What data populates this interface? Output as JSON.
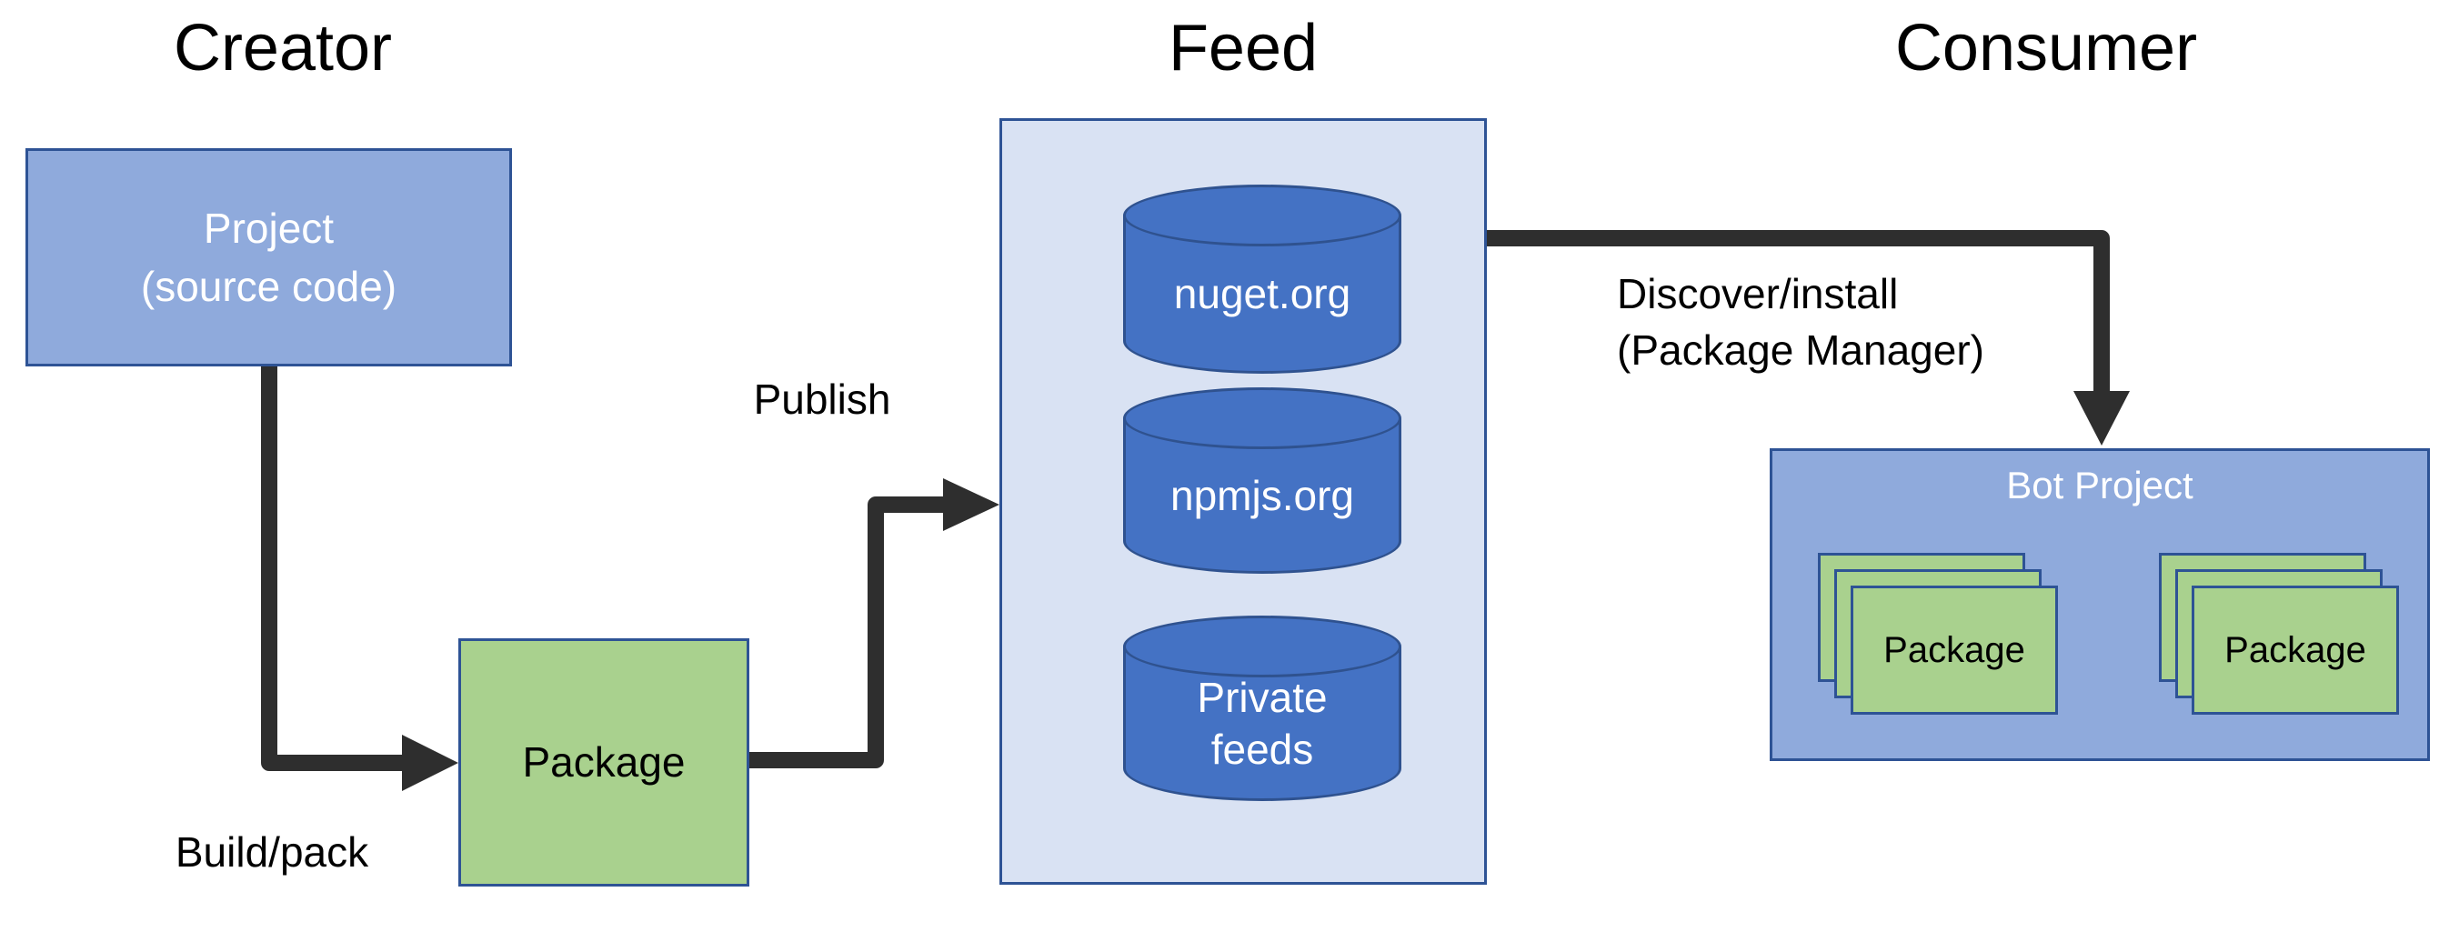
{
  "titles": {
    "creator": "Creator",
    "feed": "Feed",
    "consumer": "Consumer"
  },
  "creator": {
    "project_label": "Project\n(source code)",
    "package_label": "Package",
    "build_arrow_label": "Build/pack"
  },
  "publish_arrow_label": "Publish",
  "feed": {
    "cylinders": [
      "nuget.org",
      "npmjs.org",
      "Private\nfeeds"
    ]
  },
  "consumer": {
    "discover_arrow_label": "Discover/install\n(Package Manager)",
    "bot_project_label": "Bot Project",
    "package_card_label": "Package"
  },
  "colors": {
    "box_blue": "#8FAADC",
    "cylinder_blue": "#4472C4",
    "feed_bg": "#D9E2F3",
    "green": "#A9D18E",
    "border_dark_blue": "#2E5395",
    "cylinder_border": "#2F528F",
    "arrow": "#2E2E2E",
    "white_text": "#FFFFFF",
    "black_text": "#000000"
  }
}
